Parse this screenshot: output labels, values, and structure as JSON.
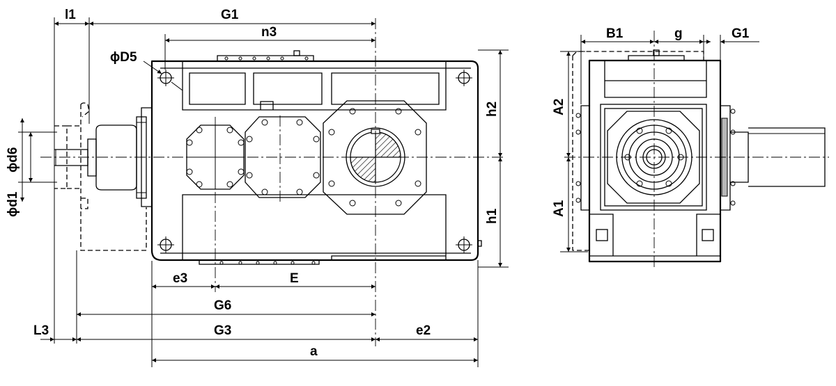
{
  "labels": {
    "l1": "l1",
    "g1_top": "G1",
    "n3": "n3",
    "d5": "ϕD5",
    "d6": "ϕd6",
    "d1": "ϕd1",
    "h2": "h2",
    "h1": "h1",
    "e3": "e3",
    "e": "E",
    "g6": "G6",
    "l3": "L3",
    "g3": "G3",
    "e2": "e2",
    "a": "a",
    "b1": "B1",
    "g": "g",
    "g1_side": "G1",
    "a2": "A2",
    "a1": "A1"
  },
  "colors": {
    "line": "#000000",
    "fin": "#b8b8b8",
    "background": "#ffffff"
  }
}
